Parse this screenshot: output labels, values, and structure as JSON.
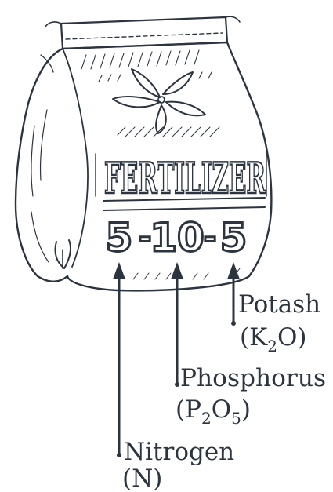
{
  "bag": {
    "brand": "FERTILIZER",
    "ratio_parts": [
      "5",
      "10",
      "5"
    ],
    "separator": "-"
  },
  "labels": {
    "potash": {
      "name": "Potash",
      "formula_open": "(K",
      "formula_sub": "2",
      "formula_close": "O)"
    },
    "phosphorus": {
      "name": "Phosphorus",
      "formula_open": "(P",
      "formula_sub1": "2",
      "formula_mid": "O",
      "formula_sub2": "5",
      "formula_close": ")"
    },
    "nitrogen": {
      "name": "Nitrogen",
      "formula": "(N)"
    }
  },
  "icons": [
    "flower-icon",
    "leaf-icon"
  ],
  "colors": {
    "ink": "#2c3440",
    "paper": "#ffffff"
  }
}
